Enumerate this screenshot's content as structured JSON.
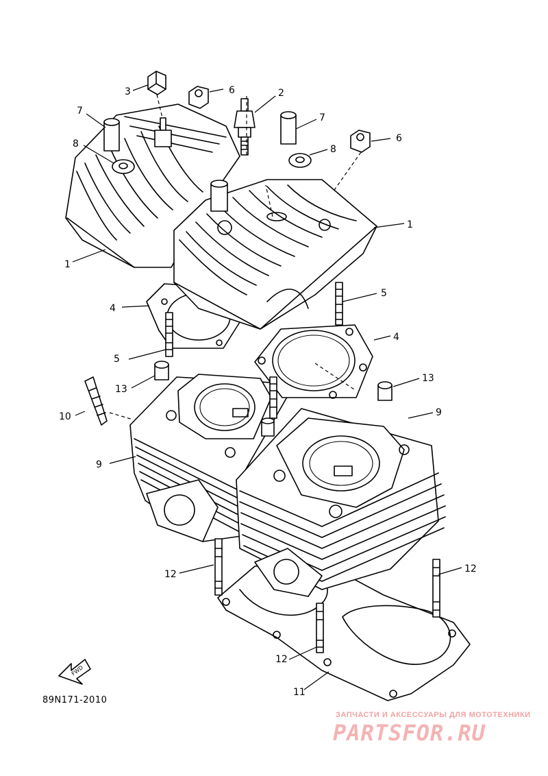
{
  "diagram": {
    "part_code": "89N171-2010",
    "fwd_label": "FWD",
    "callouts": [
      {
        "id": "c3",
        "text": "3"
      },
      {
        "id": "c6a",
        "text": "6"
      },
      {
        "id": "c2",
        "text": "2"
      },
      {
        "id": "c7a",
        "text": "7"
      },
      {
        "id": "c7b",
        "text": "7"
      },
      {
        "id": "c8a",
        "text": "8"
      },
      {
        "id": "c8b",
        "text": "8"
      },
      {
        "id": "c6b",
        "text": "6"
      },
      {
        "id": "c1a",
        "text": "1"
      },
      {
        "id": "c1b",
        "text": "1"
      },
      {
        "id": "c4a",
        "text": "4"
      },
      {
        "id": "c5a",
        "text": "5"
      },
      {
        "id": "c4b",
        "text": "4"
      },
      {
        "id": "c5b",
        "text": "5"
      },
      {
        "id": "c13a",
        "text": "13"
      },
      {
        "id": "c13b",
        "text": "13"
      },
      {
        "id": "c10",
        "text": "10"
      },
      {
        "id": "c9a",
        "text": "9"
      },
      {
        "id": "c9b",
        "text": "9"
      },
      {
        "id": "c12a",
        "text": "12"
      },
      {
        "id": "c12b",
        "text": "12"
      },
      {
        "id": "c12c",
        "text": "12"
      },
      {
        "id": "c11",
        "text": "11"
      }
    ]
  },
  "watermark": {
    "tagline": "ЗАПЧАСТИ И АКСЕССУАРЫ ДЛЯ МОТОТЕХНИКИ",
    "logo": "PARTSFOR.RU",
    "color": "#f4b3b3"
  }
}
